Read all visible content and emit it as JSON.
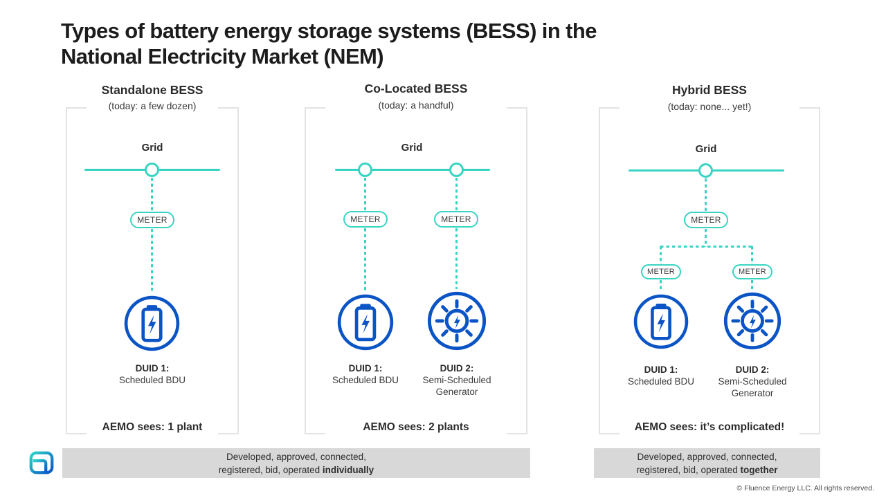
{
  "title": {
    "line1": "Types of battery energy storage systems (BESS) in the",
    "line2": "National Electricity Market (NEM)"
  },
  "columns": [
    {
      "heading": "Standalone BESS",
      "subheading": "(today: a few dozen)",
      "grid_label": "Grid",
      "meters": [
        "METER"
      ],
      "units": [
        {
          "icon": "battery-icon",
          "duid": "DUID 1:",
          "desc1": "Scheduled BDU",
          "desc2": ""
        }
      ],
      "aemo": "AEMO sees: 1 plant"
    },
    {
      "heading": "Co-Located BESS",
      "subheading": "(today: a handful)",
      "grid_label": "Grid",
      "meters": [
        "METER",
        "METER"
      ],
      "units": [
        {
          "icon": "battery-icon",
          "duid": "DUID 1:",
          "desc1": "Scheduled BDU",
          "desc2": ""
        },
        {
          "icon": "generator-icon",
          "duid": "DUID 2:",
          "desc1": "Semi-Scheduled",
          "desc2": "Generator"
        }
      ],
      "aemo": "AEMO sees: 2 plants"
    },
    {
      "heading": "Hybrid BESS",
      "subheading": "(today: none... yet!)",
      "grid_label": "Grid",
      "meters": [
        "METER",
        "METER",
        "METER"
      ],
      "units": [
        {
          "icon": "battery-icon",
          "duid": "DUID 1:",
          "desc1": "Scheduled BDU",
          "desc2": ""
        },
        {
          "icon": "generator-icon",
          "duid": "DUID 2:",
          "desc1": "Semi-Scheduled",
          "desc2": "Generator"
        }
      ],
      "aemo": "AEMO sees: it’s complicated!"
    }
  ],
  "footers": [
    {
      "line1": "Developed, approved, connected,",
      "line2_prefix": "registered, bid, operated ",
      "line2_bold": "individually"
    },
    {
      "line1": "Developed, approved, connected,",
      "line2_prefix": "registered, bid, operated ",
      "line2_bold": "together"
    }
  ],
  "logo": "fluence-logo",
  "copyright": "© Fluence Energy LLC. All rights reserved.",
  "colors": {
    "teal": "#38d4c3",
    "blue": "#0b54c6",
    "bar_gray": "#d8d8d8",
    "bracket_gray": "#e3e3e3",
    "text_dark": "#2b2b2b"
  }
}
